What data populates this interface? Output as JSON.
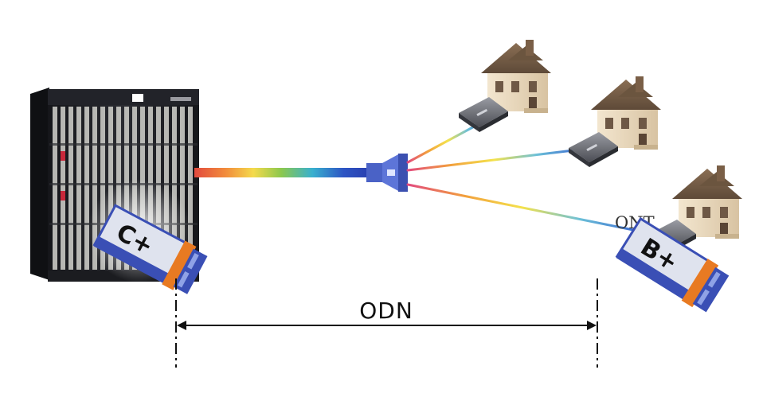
{
  "diagram": {
    "odn_label": "ODN",
    "ont_label": "ONT",
    "olt_module_label": "C+",
    "ont_module_label": "B+"
  },
  "colors": {
    "background": "#ffffff",
    "chassis": "#1c1d22",
    "splitter": "#4a62c6",
    "module_body": "#dfe3ee",
    "module_blue": "#3a4fb5",
    "module_orange": "#e87a22",
    "fiber_spectrum": [
      "#d9403a",
      "#f0a030",
      "#f3e34a",
      "#7cc34d",
      "#2ea6d8",
      "#2a48c0"
    ]
  },
  "icons": [
    "olt-chassis-icon",
    "splitter-icon",
    "house-icon",
    "ont-router-icon",
    "optical-module-icon"
  ]
}
